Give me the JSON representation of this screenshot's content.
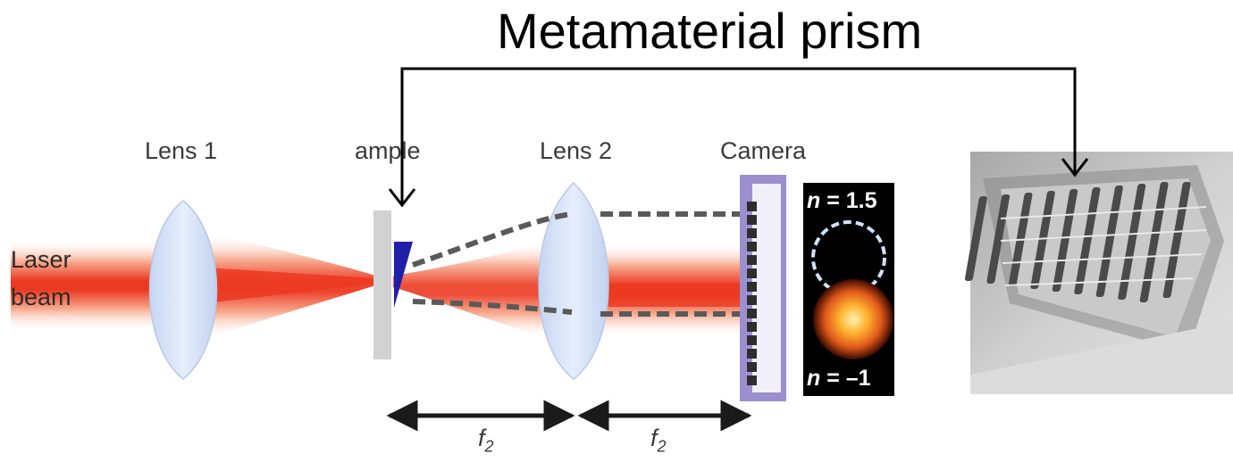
{
  "title": "Metamaterial prism",
  "labels": {
    "lens1": "Lens 1",
    "sample": "ample",
    "lens2": "Lens 2",
    "camera": "Camera",
    "laser_line1": "Laser",
    "laser_line2": "beam",
    "f_distance_1": "f",
    "f_distance_1_sub": "2",
    "f_distance_2": "f",
    "f_distance_2_sub": "2"
  },
  "camera_panel": {
    "n_top_symbol": "n",
    "n_top_value": " = 1.5",
    "n_bottom_symbol": "n",
    "n_bottom_value": " = –1"
  },
  "colors": {
    "beam": "#e8281c",
    "lens": "#d8e6fb",
    "sample_wedge": "#1f1fa8",
    "camera_frame": "#9b8fd0",
    "dashed_path": "#5a5a5a"
  }
}
